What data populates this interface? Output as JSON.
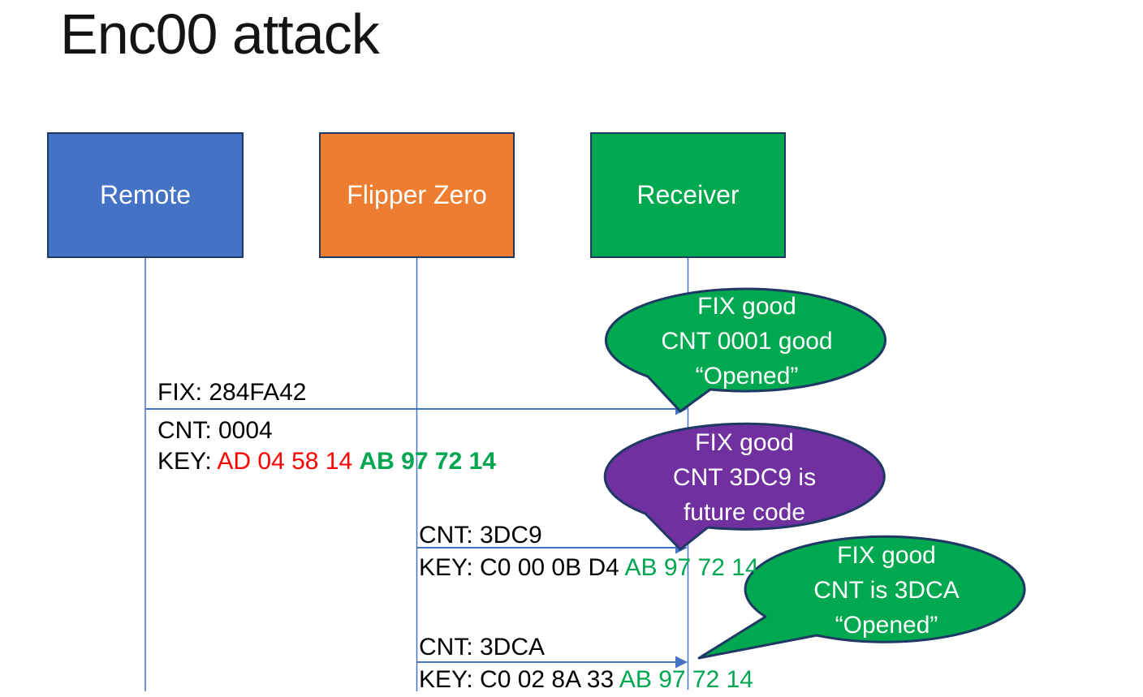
{
  "slide": {
    "title": "Enc00 attack"
  },
  "actors": [
    {
      "label": "Remote",
      "fill": "#4472C4"
    },
    {
      "label": "Flipper Zero",
      "fill": "#ED7D31"
    },
    {
      "label": "Receiver",
      "fill": "#00A850"
    }
  ],
  "messages": {
    "m1": {
      "fix": "FIX: 284FA42",
      "cnt": "CNT: 0004",
      "key_prefix": "KEY: ",
      "key_red": "AD 04 58 14 ",
      "key_green": "AB 97 72 14"
    },
    "m2": {
      "cnt": "CNT: 3DC9",
      "key_prefix": "KEY: C0 00 0B D4 ",
      "key_green": "AB 97 72 14"
    },
    "m3": {
      "cnt": "CNT: 3DCA",
      "key_prefix": "KEY: C0 02 8A 33 ",
      "key_green": "AB 97 72 14"
    }
  },
  "callouts": [
    {
      "lines": [
        "FIX good",
        "CNT 0001 good",
        "“Opened”"
      ],
      "fill": "#00A850"
    },
    {
      "lines": [
        "FIX good",
        "CNT 3DC9 is",
        "future code"
      ],
      "fill": "#7030A0"
    },
    {
      "lines": [
        "FIX good",
        "CNT is 3DCA",
        "“Opened”"
      ],
      "fill": "#00A850"
    }
  ],
  "colors": {
    "connector": "#4472C4",
    "shape_border": "#1F3864",
    "key_red": "#FF0000",
    "key_green": "#00A650",
    "actor_blue": "#4472C4",
    "actor_orange": "#ED7D31",
    "actor_green": "#00A850",
    "callout_purple": "#7030A0",
    "text_black": "#000000",
    "text_white": "#FFFFFF"
  }
}
